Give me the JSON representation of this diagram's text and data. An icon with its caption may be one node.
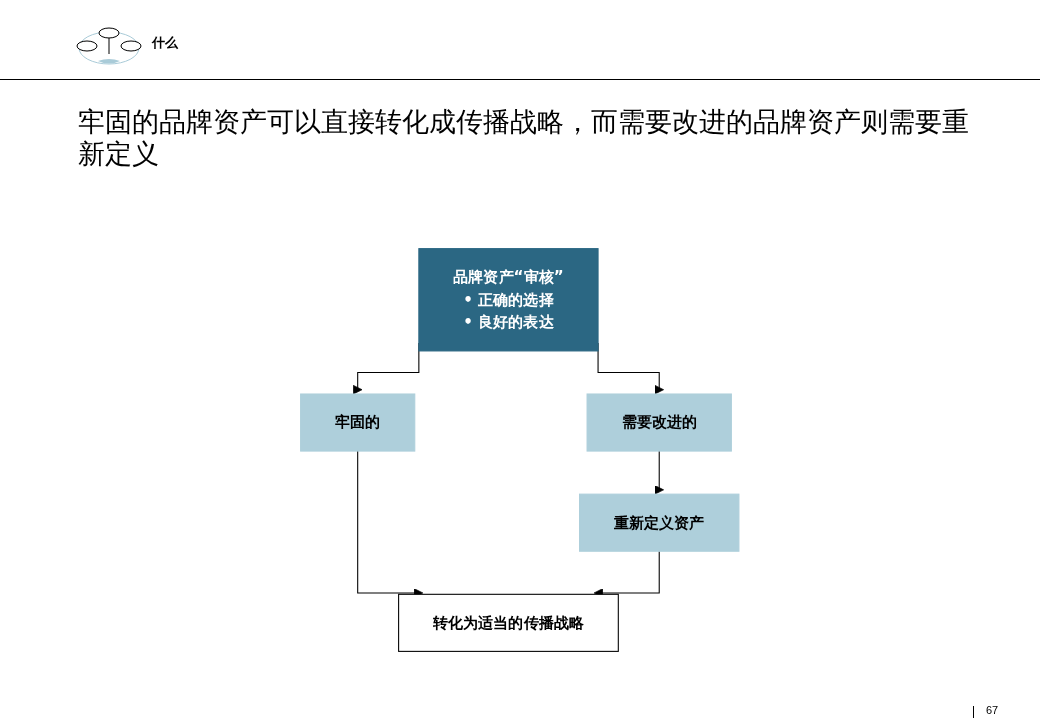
{
  "diagram": {
    "title": "牢固的品牌资产可以直接转化成传播战略，而需要改进的品牌资产则需要重新定义",
    "nodes": [
      {
        "text": [
          "品牌资产“审核”",
          "• 正确的选择",
          "• 良好的表达"
        ]
      },
      {
        "text": [
          "牢固的"
        ]
      },
      {
        "text": [
          "需要改进的"
        ]
      },
      {
        "text": [
          "重新定义资产"
        ]
      },
      {
        "text": [
          "转化为适当的传播战略"
        ]
      }
    ],
    "edges": [
      {
        "from": 0,
        "to": 1,
        "arrow": "to"
      },
      {
        "from": 0,
        "to": 2,
        "arrow": "to"
      },
      {
        "from": 2,
        "to": 3,
        "arrow": "to"
      },
      {
        "from": 1,
        "to": 4,
        "arrow": "to"
      },
      {
        "from": 3,
        "to": 4,
        "arrow": "to"
      }
    ],
    "labels": [
      "什么",
      "67"
    ]
  }
}
